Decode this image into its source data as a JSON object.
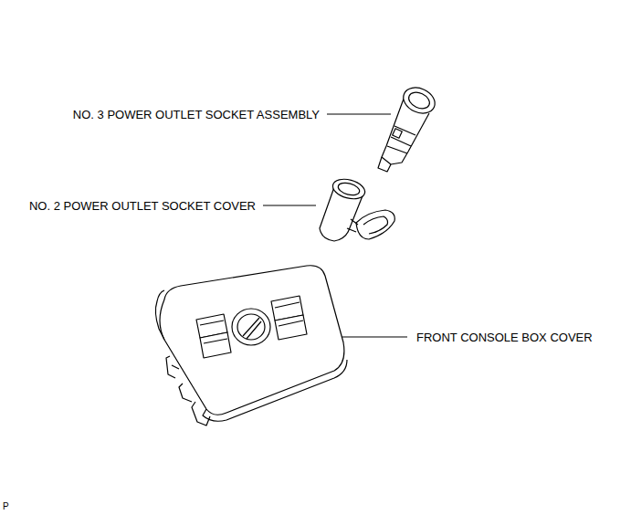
{
  "diagram": {
    "labels": [
      "NO. 3 POWER OUTLET SOCKET ASSEMBLY",
      "NO. 2 POWER OUTLET SOCKET COVER",
      "FRONT CONSOLE BOX COVER",
      "P"
    ]
  }
}
